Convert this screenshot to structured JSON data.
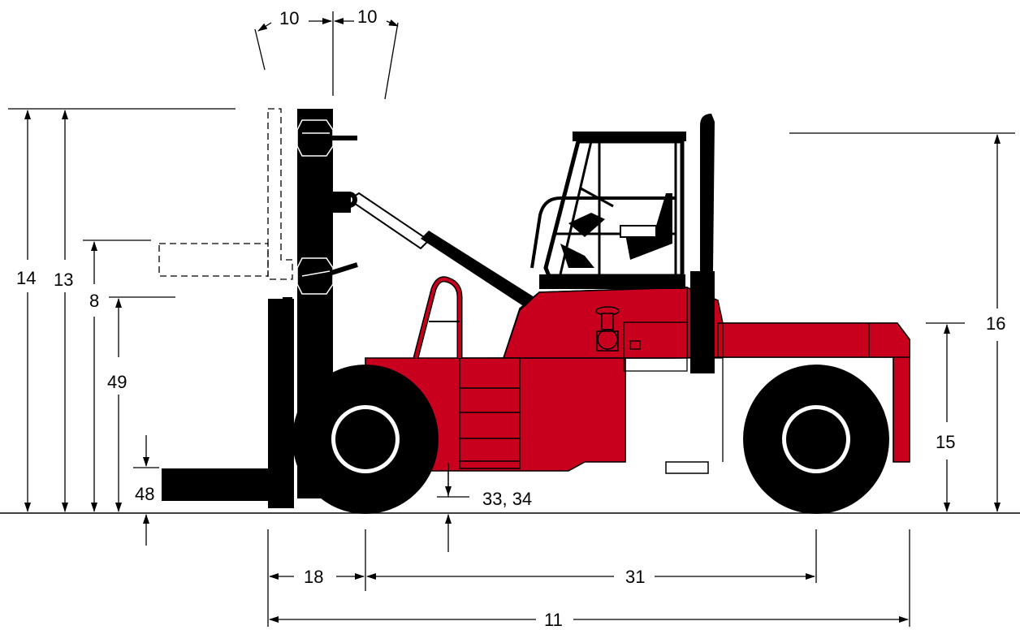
{
  "labels": {
    "tilt_back": "10",
    "tilt_forward": "10",
    "overall_mast_height": "14",
    "mast_height_lowered": "13",
    "free_lift_height": "8",
    "fork_height": "49",
    "fork_thickness": "48",
    "ground_clearance": "33, 34",
    "seat_height": "15",
    "cab_height": "16",
    "front_overhang": "18",
    "wheelbase": "31",
    "overall_length": "11"
  },
  "colors": {
    "body": "#c8001e",
    "outline": "#000000",
    "background": "#ffffff"
  }
}
